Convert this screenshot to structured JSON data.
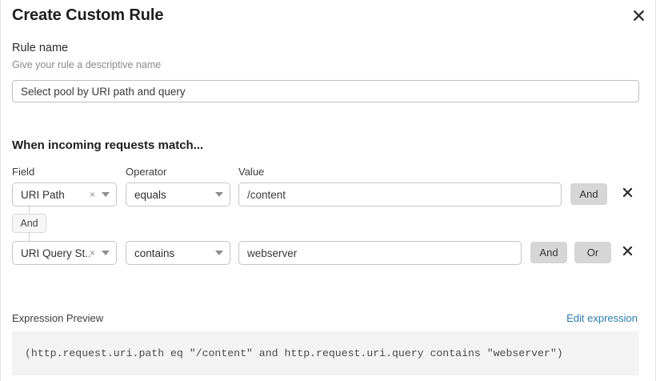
{
  "modal": {
    "title": "Create Custom Rule",
    "close_icon": "close-icon"
  },
  "rule_name": {
    "label": "Rule name",
    "hint": "Give your rule a descriptive name",
    "value": "Select pool by URI path and query",
    "placeholder": ""
  },
  "match_section": {
    "heading": "When incoming requests match...",
    "columns": {
      "field": "Field",
      "operator": "Operator",
      "value": "Value"
    },
    "connector": {
      "label": "And"
    },
    "rows": [
      {
        "field": "URI Path",
        "operator": "equals",
        "value": "/content",
        "clear_icon": "×",
        "buttons": [
          "And"
        ],
        "and_label": "And",
        "delete_icon": "close-icon"
      },
      {
        "field": "URI Query St...",
        "operator": "contains",
        "value": "webserver",
        "clear_icon": "×",
        "buttons": [
          "And",
          "Or"
        ],
        "and_label": "And",
        "or_label": "Or",
        "delete_icon": "close-icon"
      }
    ]
  },
  "expression_preview": {
    "label": "Expression Preview",
    "edit_link": "Edit expression",
    "expression": "(http.request.uri.path eq \"/content\" and http.request.uri.query contains \"webserver\")"
  },
  "colors": {
    "link": "#2c7cb0",
    "chip_bg": "#d6d6d6",
    "code_bg": "#f3f3f3",
    "border": "#c4c4c4",
    "text": "#313131"
  }
}
